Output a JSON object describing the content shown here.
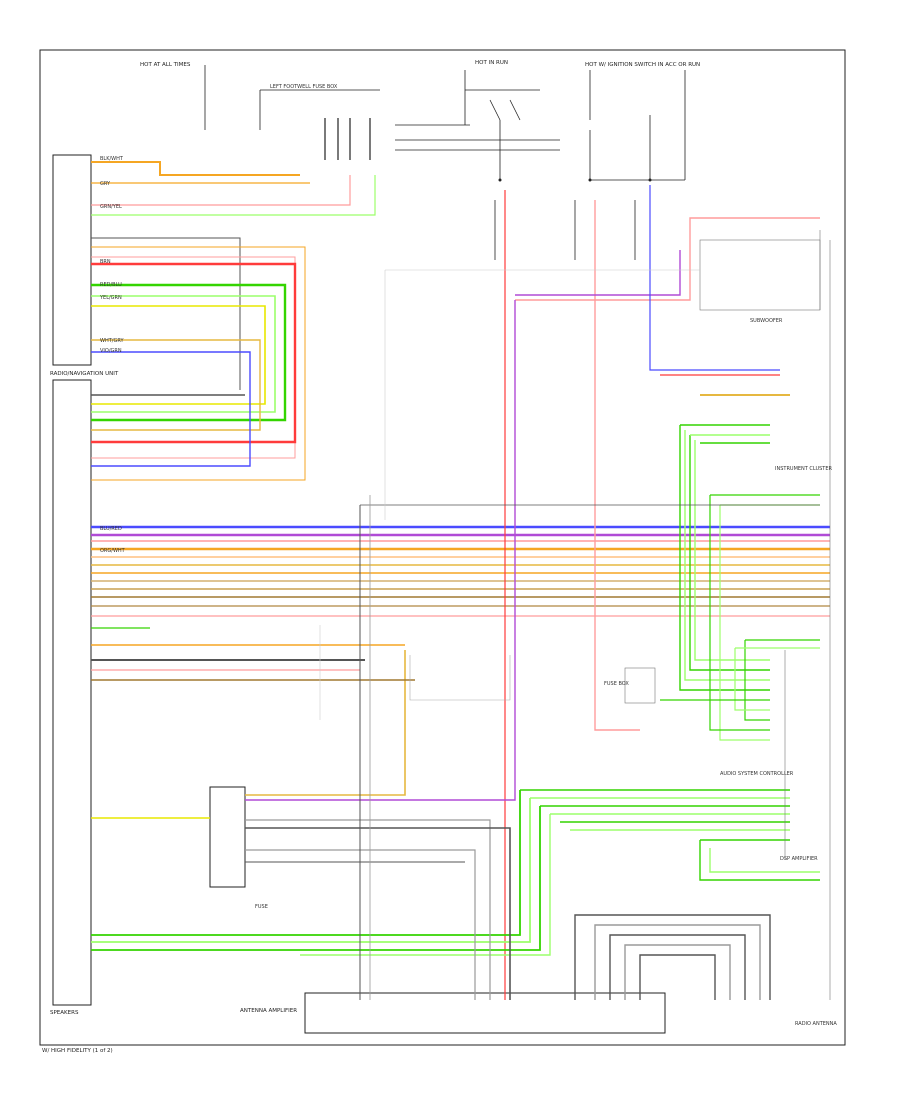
{
  "components": {
    "left_module": "RADIO/NAVIGATION UNIT",
    "bottom_left": "SPEAKERS",
    "bottom_center": "ANTENNA AMPLIFIER",
    "right_top": "SUBWOOFER",
    "right_mid": "INSTRUMENT CLUSTER",
    "right_lower": "AUDIO SYSTEM CONTROLLER",
    "right_bottom_a": "DSP AMPLIFIER",
    "right_bottom_b": "RADIO ANTENNA",
    "center_relay": "FUSE",
    "left_fuse_box": "FUSE BOX"
  },
  "header_labels": {
    "h1": "HOT AT ALL TIMES",
    "h2": "HOT IN RUN",
    "h3": "HOT W/ IGNITION SWITCH IN ACC OR RUN",
    "sub1": "LEFT FOOTWELL FUSE BOX"
  },
  "connector_labels": [
    "BLK/WHT",
    "GRY",
    "GRN/YEL",
    "BRN",
    "RED/BLU",
    "YEL/GRN",
    "WHT/GRY",
    "VIO/GRN",
    "BLU/RED",
    "ORG/WHT"
  ],
  "colors": {
    "orange": "#f5a623",
    "red": "#ff3b3b",
    "pink": "#ff9c9c",
    "green": "#34d400",
    "lightgreen": "#9cff6b",
    "yellow": "#e8e800",
    "blue": "#4b4bff",
    "violet": "#b04bd6",
    "tan": "#e6b840",
    "gray": "#9a9a9a",
    "darkgray": "#555555",
    "black": "#222222"
  },
  "footer": "W/ HIGH FIDELITY (1 of 2)"
}
